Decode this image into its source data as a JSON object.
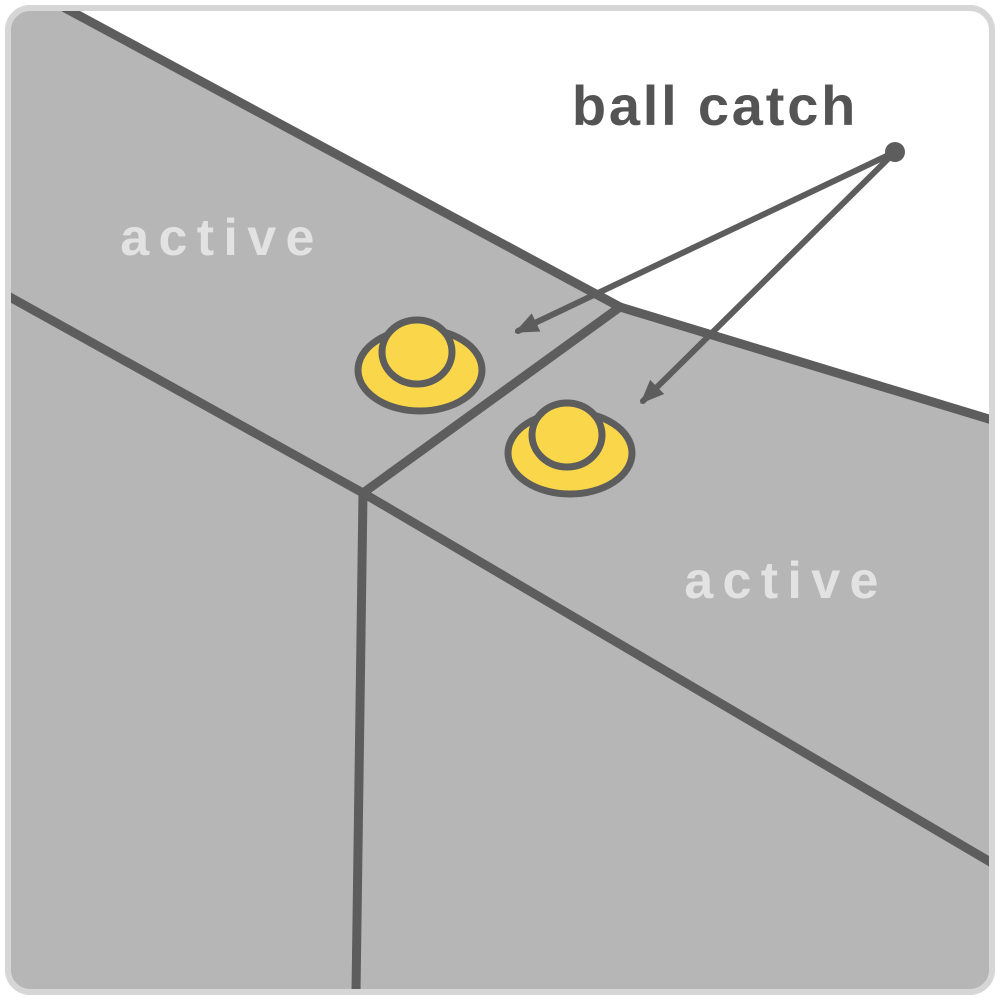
{
  "diagram": {
    "callout_label": "ball catch",
    "left_door_label": "active",
    "right_door_label": "active"
  },
  "colors": {
    "door-gray": "#b6b6b6",
    "edge-dark": "#5d5d5d",
    "catch-yellow": "#f9d64a",
    "label-light": "#e2e2e2",
    "label-dark": "#545454",
    "frame-border": "#d6d6d6",
    "background": "#ffffff"
  }
}
